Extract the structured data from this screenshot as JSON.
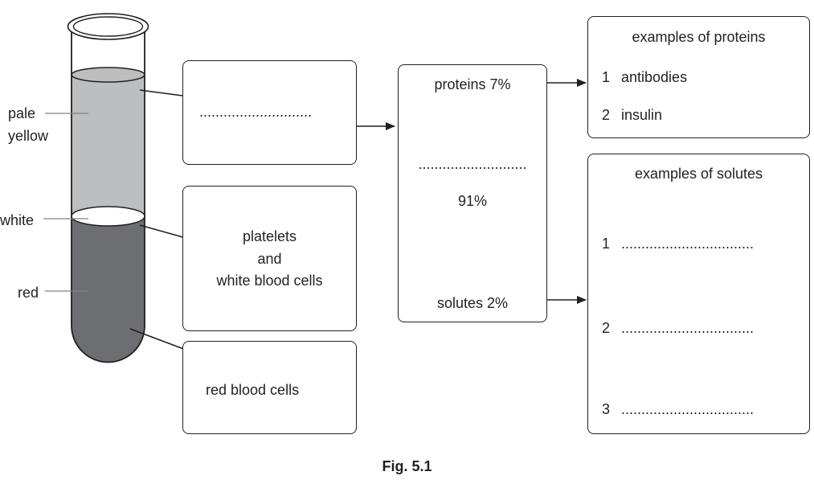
{
  "figure_caption": "Fig. 5.1",
  "tube_labels": {
    "pale_yellow_line1": "pale",
    "pale_yellow_line2": "yellow",
    "white": "white",
    "red": "red"
  },
  "layer_boxes": {
    "plasma_blank": "............................",
    "middle_line1": "platelets",
    "middle_line2": "and",
    "middle_line3": "white blood cells",
    "bottom": "red blood cells"
  },
  "composition": {
    "proteins": "proteins 7%",
    "middle_blank": "...........................",
    "middle_percent": "91%",
    "solutes": "solutes 2%"
  },
  "proteins_examples": {
    "title": "examples of proteins",
    "item1_num": "1",
    "item1": "antibodies",
    "item2_num": "2",
    "item2": "insulin"
  },
  "solutes_examples": {
    "title": "examples of solutes",
    "item1_num": "1",
    "item1": ".................................",
    "item2_num": "2",
    "item2": ".................................",
    "item3_num": "3",
    "item3": "................................."
  },
  "colors": {
    "pale_yellow_layer": "#bcbec0",
    "white_layer": "#ffffff",
    "red_layer": "#6d6e71",
    "outline": "#231f20"
  }
}
